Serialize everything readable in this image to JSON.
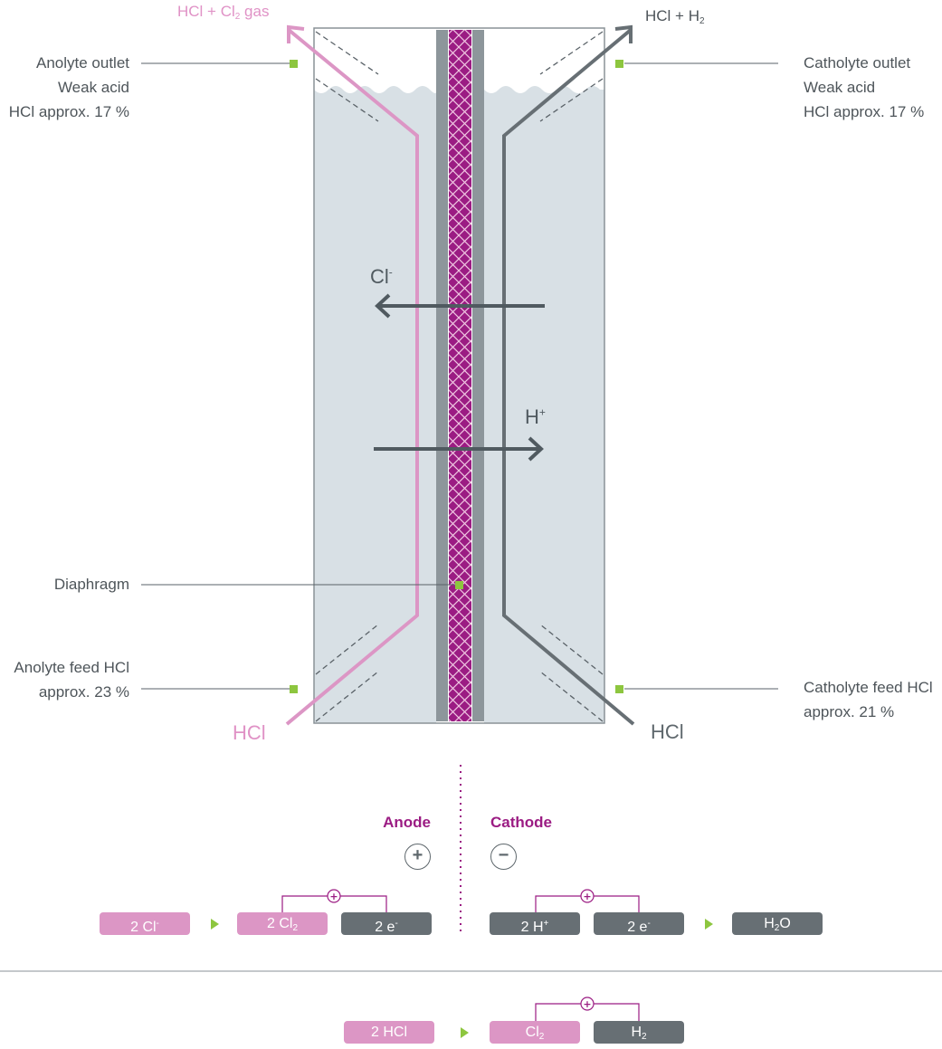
{
  "labels": {
    "anolyte_outlet": [
      "Anolyte outlet",
      "Weak acid",
      "HCl approx. 17 %"
    ],
    "catholyte_outlet": [
      "Catholyte outlet",
      "Weak acid",
      "HCl approx. 17 %"
    ],
    "diaphragm": "Diaphragm",
    "anolyte_feed": [
      "Anolyte feed HCl",
      "approx. 23 %"
    ],
    "catholyte_feed": [
      "Catholyte feed HCl",
      "approx. 21 %"
    ]
  },
  "gas_out": {
    "anode_prefix": "HCl + Cl",
    "anode_sub": "2",
    "anode_suffix": " gas",
    "cathode_prefix": "HCl + H",
    "cathode_sub": "2"
  },
  "feed_in": {
    "anode": "HCl",
    "cathode": "HCl"
  },
  "ions": {
    "chloride": {
      "symbol": "Cl",
      "charge": "-"
    },
    "proton": {
      "symbol": "H",
      "charge": "+"
    }
  },
  "electrodes": {
    "anode": {
      "title": "Anode",
      "sign": "+"
    },
    "cathode": {
      "title": "Cathode",
      "sign": "−"
    }
  },
  "anode_reaction": {
    "reactant": {
      "text": "2 Cl",
      "sup": "-"
    },
    "product_1": {
      "text": "2 Cl",
      "sub": "2"
    },
    "product_2": {
      "text": "2 e",
      "sup": "-"
    }
  },
  "cathode_reaction": {
    "reactant_1": {
      "text": "2 H",
      "sup": "+"
    },
    "reactant_2": {
      "text": "2 e",
      "sup": "-"
    },
    "product": {
      "pre": "H",
      "sub": "2",
      "post": "O"
    }
  },
  "overall_reaction": {
    "reactant": {
      "text": "2 HCl"
    },
    "product_1": {
      "text": "Cl",
      "sub": "2"
    },
    "product_2": {
      "text": "H",
      "sub": "2"
    }
  },
  "bond_symbol": "+",
  "colors": {
    "anolyte_pink": "#dc96c5",
    "catholyte_gray": "#676f74",
    "diaphragm_magenta": "#9b1c83",
    "electrolyte": "#d8e0e5",
    "marker_green": "#8dc63f",
    "ion_arrow": "#505a60"
  }
}
